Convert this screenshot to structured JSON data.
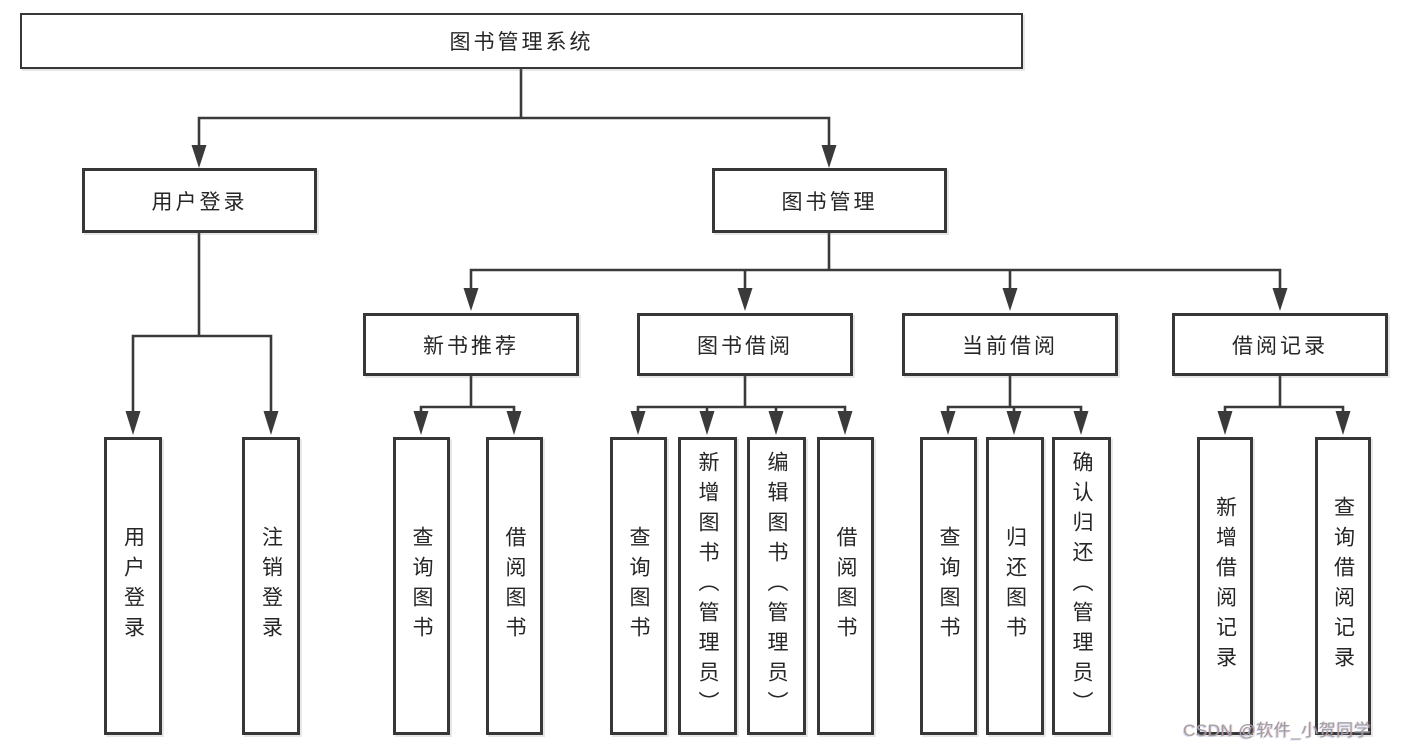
{
  "diagram": {
    "watermark": "CSDN @软件_小贺同学",
    "colors": {
      "background": "#ffffff",
      "box_border": "#373737",
      "connector": "#3a3a3a",
      "text": "#262626",
      "watermark_text": "#a0a0a0"
    },
    "tree": {
      "label": "图书管理系统",
      "children": [
        {
          "label": "用户登录",
          "children": [
            {
              "label": "用户登录"
            },
            {
              "label": "注销登录"
            }
          ]
        },
        {
          "label": "图书管理",
          "children": [
            {
              "label": "新书推荐",
              "children": [
                {
                  "label": "查询图书"
                },
                {
                  "label": "借阅图书"
                }
              ]
            },
            {
              "label": "图书借阅",
              "children": [
                {
                  "label": "查询图书"
                },
                {
                  "label": "新增图书（管理员）"
                },
                {
                  "label": "编辑图书（管理员）"
                },
                {
                  "label": "借阅图书"
                }
              ]
            },
            {
              "label": "当前借阅",
              "children": [
                {
                  "label": "查询图书"
                },
                {
                  "label": "归还图书"
                },
                {
                  "label": "确认归还（管理员）"
                }
              ]
            },
            {
              "label": "借阅记录",
              "children": [
                {
                  "label": "新增借阅记录"
                },
                {
                  "label": "查询借阅记录"
                }
              ]
            }
          ]
        }
      ]
    }
  }
}
